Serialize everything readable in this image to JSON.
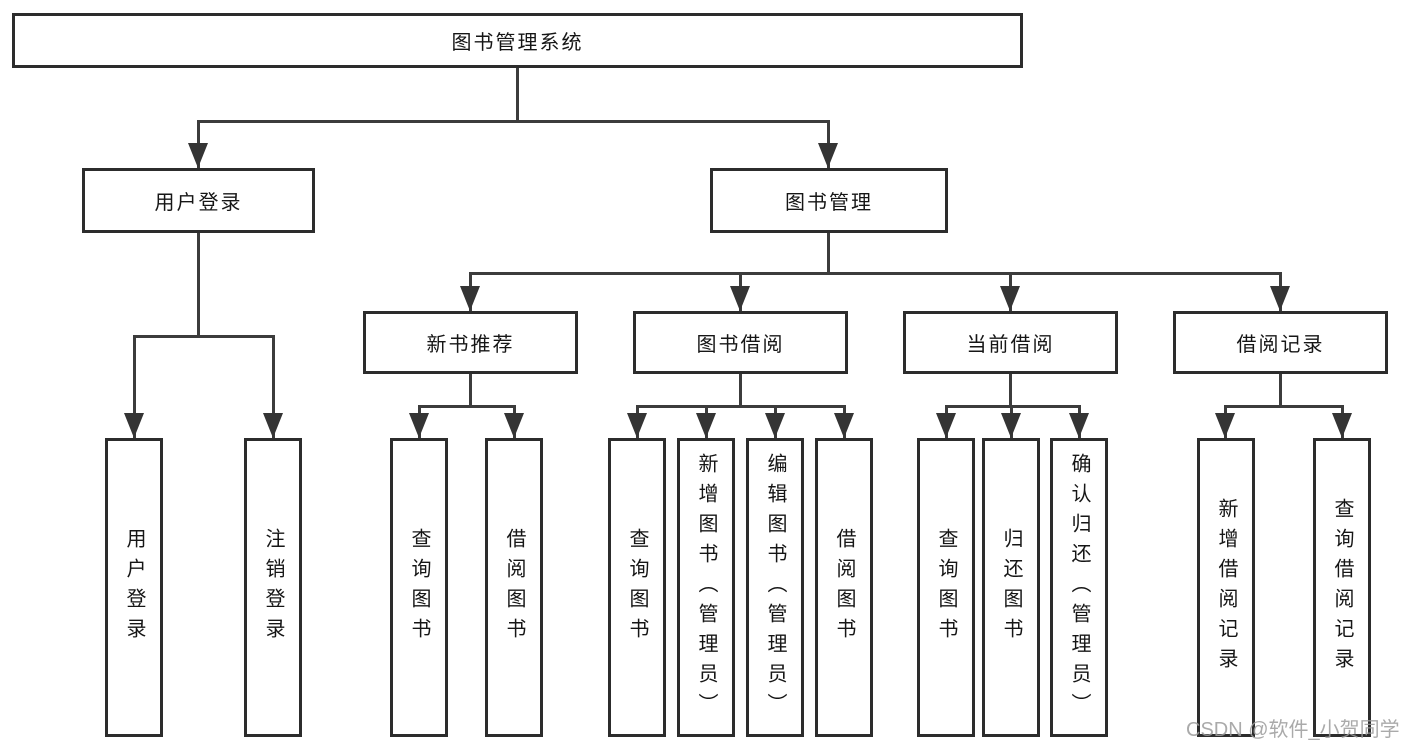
{
  "tree": {
    "root": {
      "label": "图书管理系统"
    },
    "branches": [
      {
        "label": "用户登录",
        "children": [
          {
            "label": "用户登录"
          },
          {
            "label": "注销登录"
          }
        ]
      },
      {
        "label": "图书管理",
        "children": [
          {
            "label": "新书推荐",
            "children": [
              {
                "label": "查询图书"
              },
              {
                "label": "借阅图书"
              }
            ]
          },
          {
            "label": "图书借阅",
            "children": [
              {
                "label": "查询图书"
              },
              {
                "label": "新增图书（管理员）"
              },
              {
                "label": "编辑图书（管理员）"
              },
              {
                "label": "借阅图书"
              }
            ]
          },
          {
            "label": "当前借阅",
            "children": [
              {
                "label": "查询图书"
              },
              {
                "label": "归还图书"
              },
              {
                "label": "确认归还（管理员）"
              }
            ]
          },
          {
            "label": "借阅记录",
            "children": [
              {
                "label": "新增借阅记录"
              },
              {
                "label": "查询借阅记录"
              }
            ]
          }
        ]
      }
    ]
  },
  "watermark": {
    "text": "CSDN @软件_小贺同学"
  },
  "colors": {
    "line": "#3c3c3c",
    "box_border": "#2c2c2c",
    "text": "#161616",
    "watermark": "#9c9c9c",
    "background": "#ffffff"
  }
}
